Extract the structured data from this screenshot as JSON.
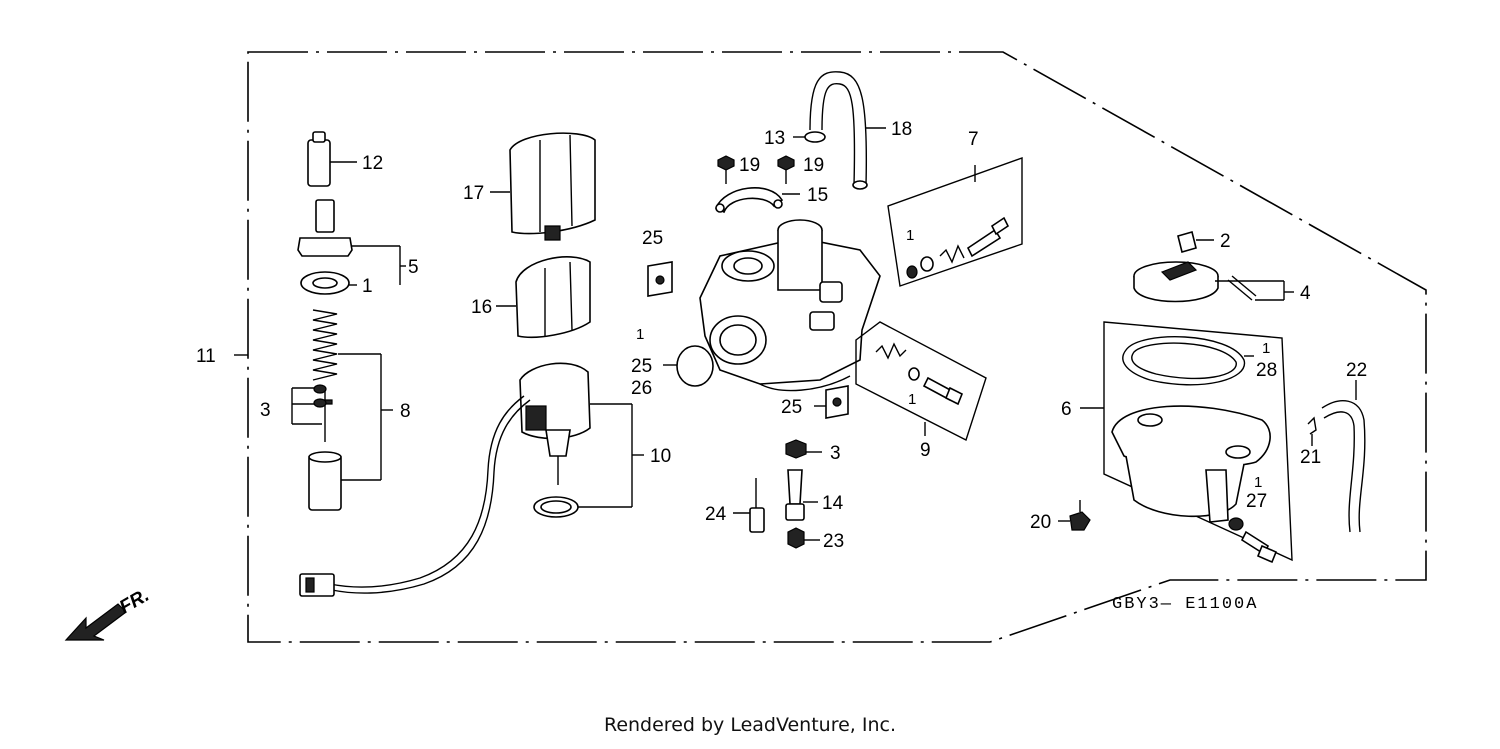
{
  "diagram": {
    "code": "GBY3— E1100A",
    "front_label": "FR.",
    "callouts": {
      "c1a": "1",
      "c1b": "1",
      "c1c": "1",
      "c1d": "1",
      "c1e": "1",
      "c1f": "1",
      "c2": "2",
      "c3a": "3",
      "c3b": "3",
      "c4": "4",
      "c5": "5",
      "c6": "6",
      "c7": "7",
      "c8": "8",
      "c9": "9",
      "c10": "10",
      "c11": "11",
      "c12": "12",
      "c13": "13",
      "c14": "14",
      "c15": "15",
      "c16": "16",
      "c17": "17",
      "c18": "18",
      "c19a": "19",
      "c19b": "19",
      "c20": "20",
      "c21": "21",
      "c22": "22",
      "c23": "23",
      "c24": "24",
      "c25a": "25",
      "c25b": "25",
      "c25c": "25",
      "c26": "26",
      "c27": "27",
      "c28": "28"
    }
  },
  "footer": {
    "text": "Rendered by LeadVenture, Inc."
  }
}
